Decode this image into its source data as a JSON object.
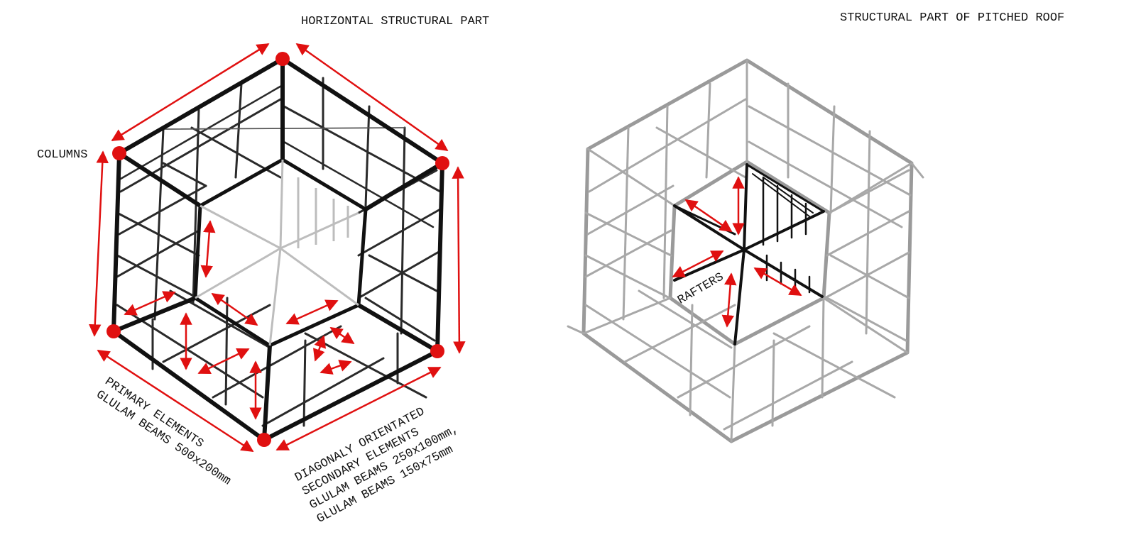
{
  "labels": {
    "title_left": "HORIZONTAL STRUCTURAL PART",
    "title_right": "STRUCTURAL PART OF PITCHED ROOF",
    "columns": "COLUMNS",
    "primary_line1": "PRIMARY ELEMENTS",
    "primary_line2": "GLULAM BEAMS 500x200mm",
    "secondary_line1": "DIAGONALY ORIENTATED",
    "secondary_line2": "SECONDARY ELEMENTS",
    "secondary_line3": "GLULAM BEAMS 250x100mm,",
    "secondary_line4": "GLULAM BEAMS 150x75mm",
    "rafters": "RAFTERS"
  },
  "colors": {
    "ink": "#111111",
    "sketch_light": "#9a9a9a",
    "sketch_mid": "#7a7a7a",
    "annotation_red": "#e01010"
  }
}
